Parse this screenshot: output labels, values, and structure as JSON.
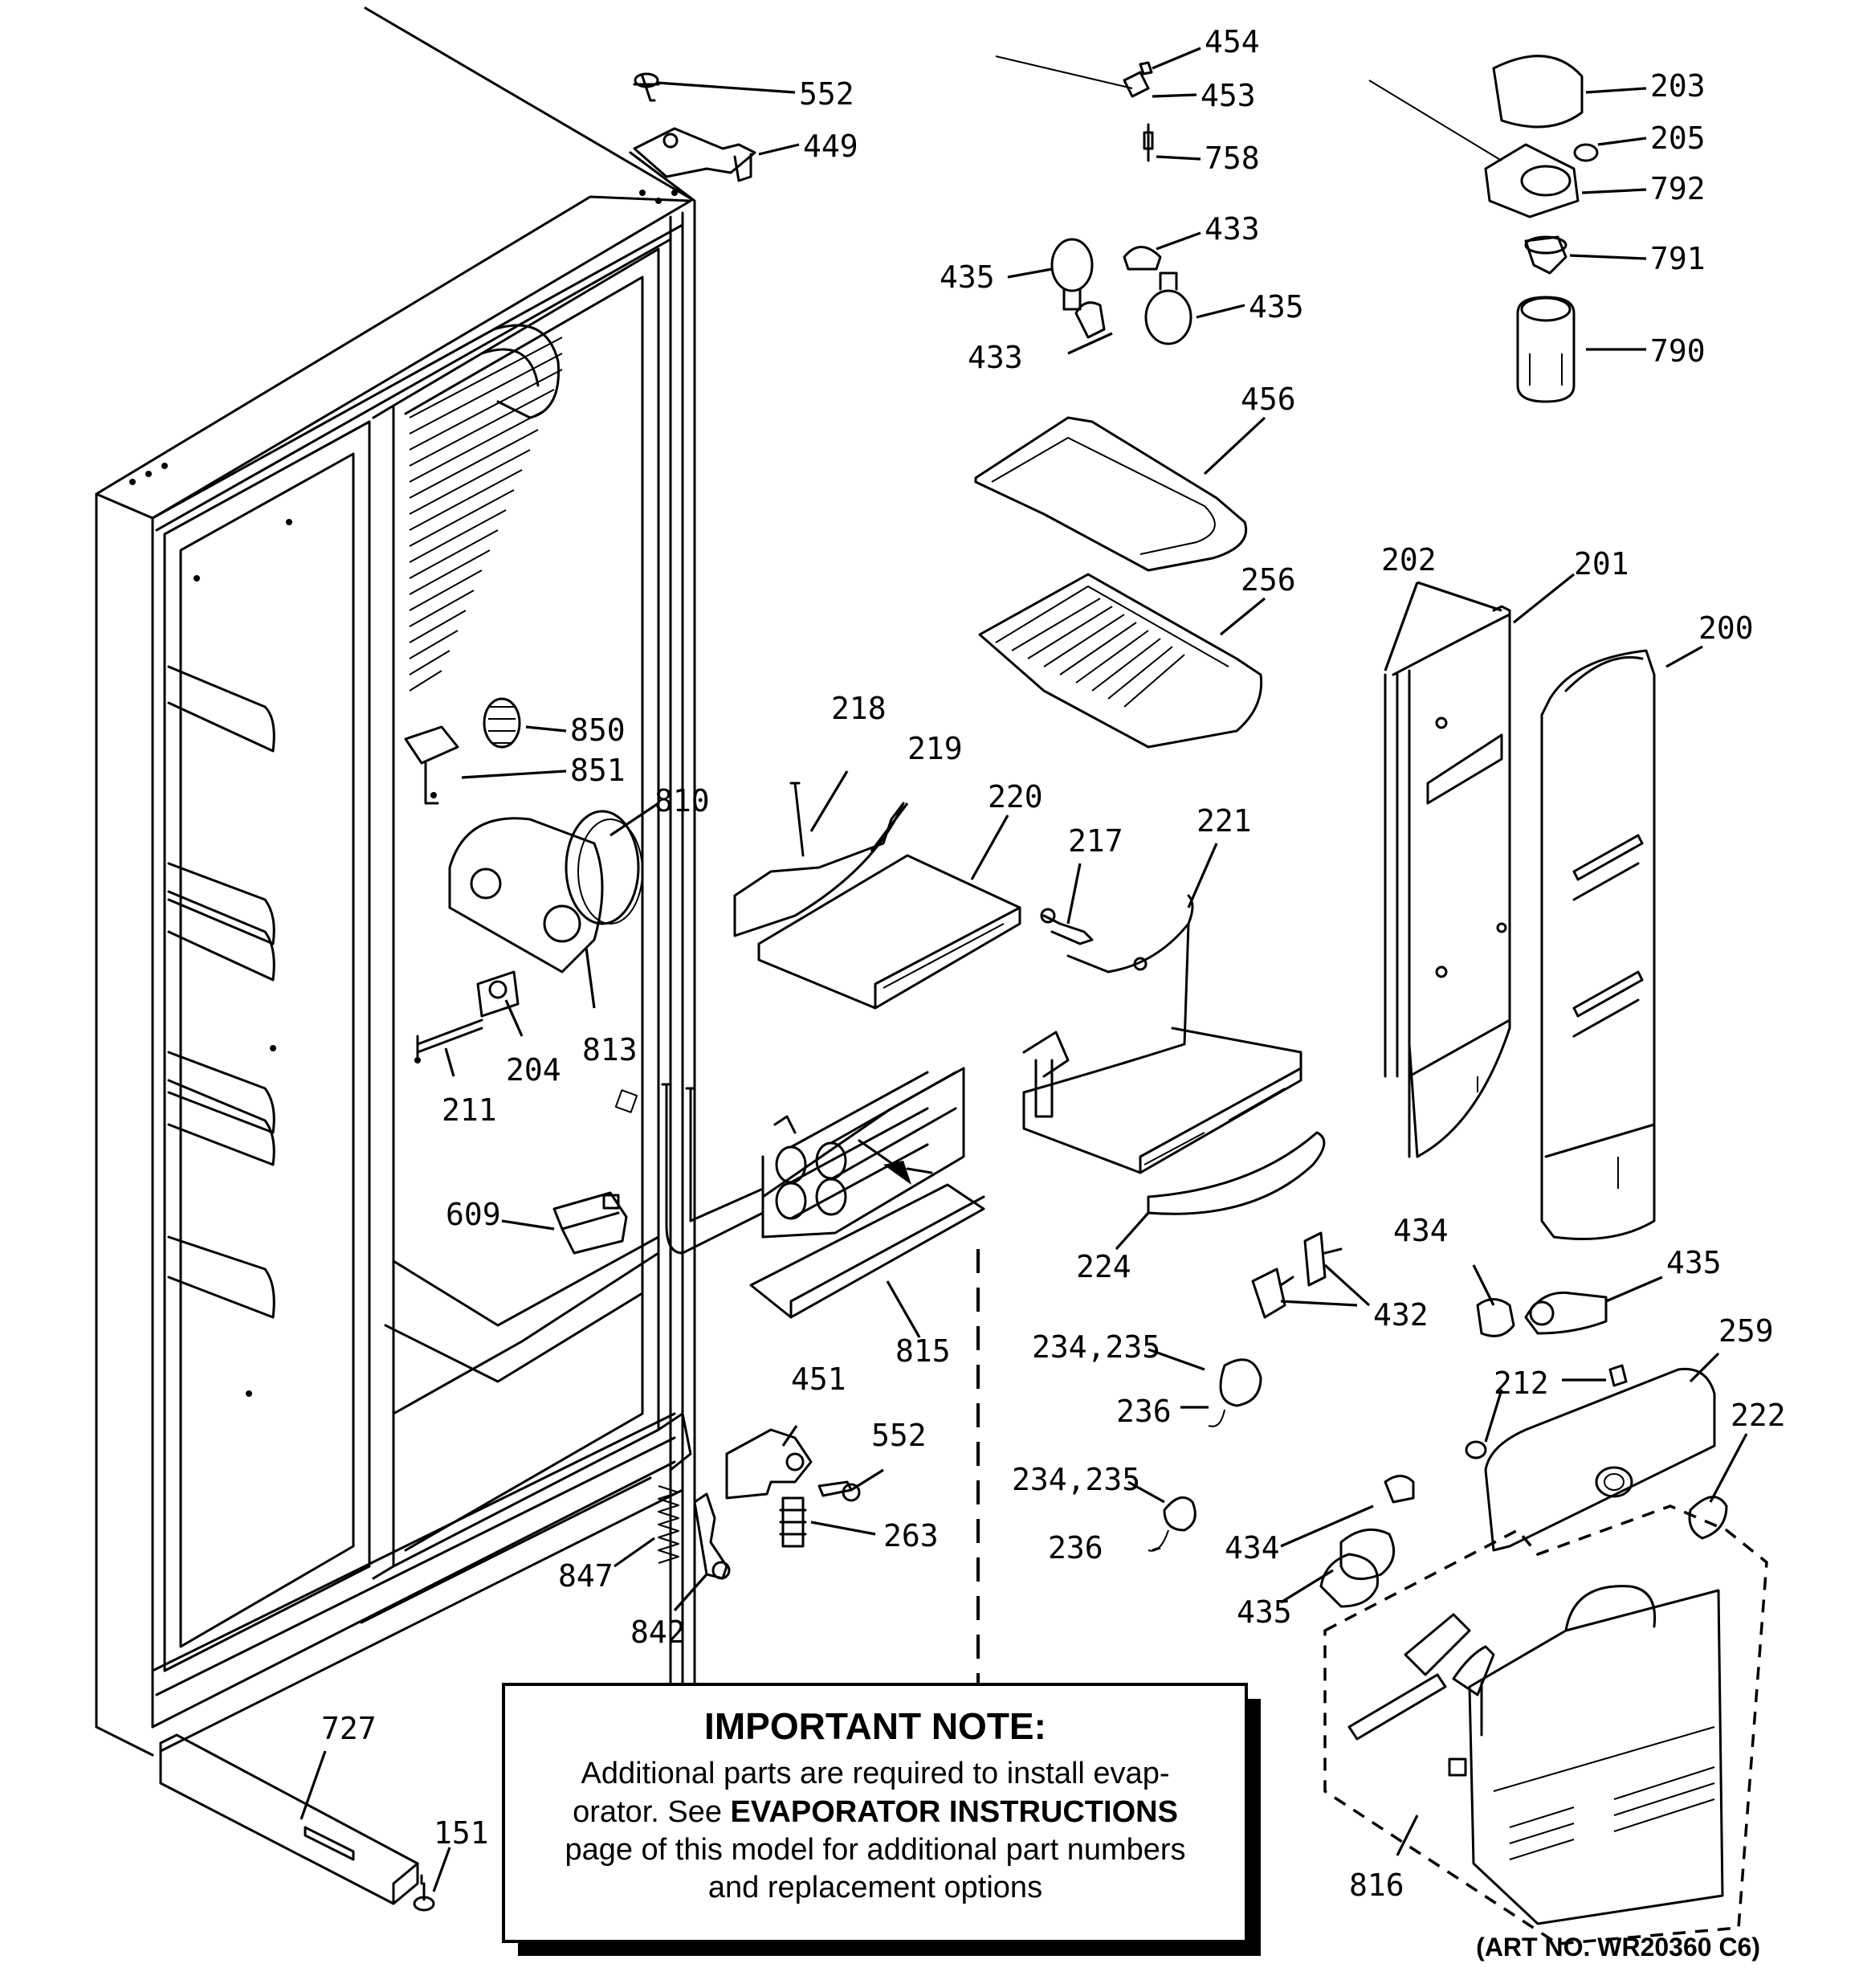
{
  "note": {
    "title": "IMPORTANT NOTE:",
    "line1": "Additional parts are required to install evap-",
    "line2a": "orator.  See ",
    "line2b": "EVAPORATOR INSTRUCTIONS",
    "line3": "page of this model for additional part numbers",
    "line4": "and replacement options"
  },
  "art_number": "(ART NO. WR20360 C6)",
  "labels": {
    "l552a": "552",
    "l449": "449",
    "l454": "454",
    "l453": "453",
    "l758": "758",
    "l433a": "433",
    "l435a": "435",
    "l435b": "435",
    "l433b": "433",
    "l203": "203",
    "l205": "205",
    "l792": "792",
    "l791": "791",
    "l790": "790",
    "l456": "456",
    "l256": "256",
    "l202": "202",
    "l201": "201",
    "l200": "200",
    "l850": "850",
    "l851": "851",
    "l810": "810",
    "l813": "813",
    "l204": "204",
    "l211": "211",
    "l609": "609",
    "l218": "218",
    "l219": "219",
    "l220": "220",
    "l217": "217",
    "l221": "221",
    "l224": "224",
    "l815": "815",
    "l434a": "434",
    "l435c": "435",
    "l432": "432",
    "l234a": "234,235",
    "l236a": "236",
    "l234b": "234,235",
    "l236b": "236",
    "l259": "259",
    "l212": "212",
    "l222": "222",
    "l434b": "434",
    "l435d": "435",
    "l451": "451",
    "l552b": "552",
    "l263": "263",
    "l847": "847",
    "l842": "842",
    "l727": "727",
    "l151": "151",
    "l816": "816"
  }
}
